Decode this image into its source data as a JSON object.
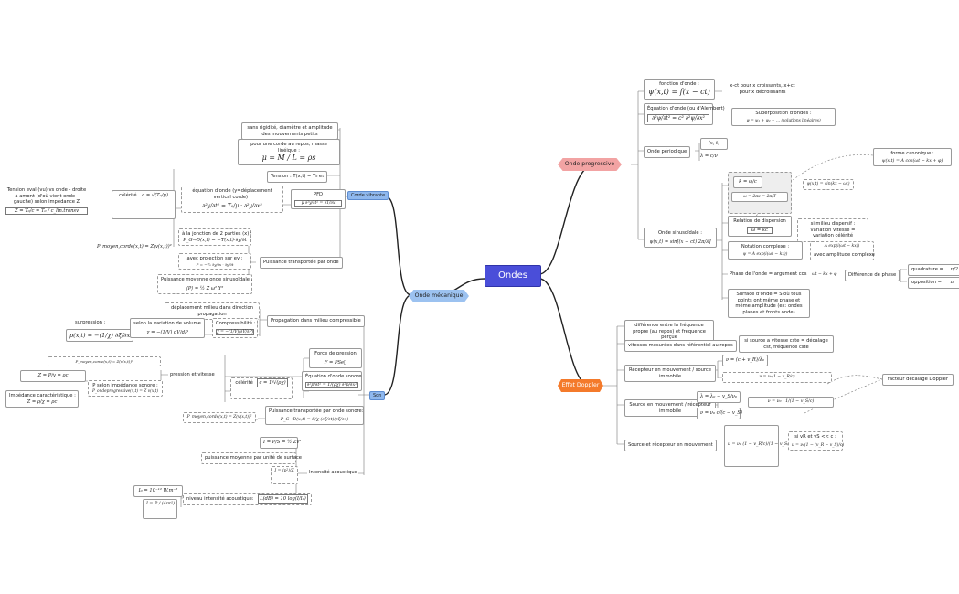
{
  "root": "Ondes",
  "left": {
    "meca": "Onde mécanique",
    "corde": "Corde vibrante",
    "son": "Son",
    "corde_items": {
      "hyp": "sans rigidité, diamètre et amplitude des mouvements petits",
      "mu_label": "pour une corde au repos, masse linéique :",
      "mu_formula": "μ = M / L = ρs",
      "tension": "Tension :  T(x,t) = T₀ eₓ",
      "eq_label": "équation d'onde (y=déplacement vertical corde) :",
      "eq_formula": "∂²y/∂t² = T₀/μ · ∂²y/∂x²",
      "pfd": "PFD",
      "pfd_formula": "μ ∂²y/∂t² = ∂T/∂x",
      "celerite": "célérité",
      "celerite_formula": "c = √(T₀/μ)",
      "tension_eval": "Tension eval (vu) vs onde - droite à amont (d'où vient onde - gauche) selon impédance Z",
      "tension_eval_formula": "Z = T₀/c = T₀ / c_lin.transv",
      "jonction": "à la jonction de 2 parties (x) :",
      "jonction_formula": "P_G→D(x,t) = −T(x,t)·∂y/∂t",
      "projection": "avec projection sur ey :",
      "projection_formula": "P = −T₀ ∂y/∂x · ∂y/∂t",
      "p_formula": "P_moyen,corde(x,t) = Z(v(x,t))²",
      "moyenne": "Puissance moyenne onde sinusoïdale :",
      "moyenne_formula": "⟨P⟩ = ½ Z ω² Y²",
      "puissance": "Puissance transportée par onde"
    },
    "son_items": {
      "deplacement": "déplacement milieu dans direction propagation",
      "propagation": "Propagation dans milieu compressible",
      "surpression": "surpression :",
      "surpression_formula": "p(x,t) = −(1/χ) ∂ξ/∂x",
      "selon_volume": "selon la variation de volume",
      "chi_formula": "χ = −(1/V) dV/dP",
      "compress": "Compressibilité :",
      "compress_formula": "χ = −(1/V)(∂V/∂P)",
      "force": "Force de pression",
      "force_formula": "F = PSe⃗",
      "celerite": "célérité",
      "celerite_formula": "c = 1/√(ρχ)",
      "eq_label": "Équation d'onde sonore",
      "eq_formula": "∂²p/∂t² = 1/(ρχ) ∂²p/∂x²",
      "pression_vitesse": "pression et vitesse",
      "ecoulement": "P_moyen,corde(x,t) = Z(v(x,t))²",
      "z_formula": "Z = P/v = ρc",
      "p_selon": "P selon impédance sonore :",
      "p_selon_formula": "P_ondeprogressive(x,t) = Z v(x,t)",
      "impedance": "Impédance caractéristique :",
      "impedance_formula": "Z = ρ/χ = ρc",
      "puissance_label": "Puissance transportée par onde sonore:",
      "puissance_formula": "P_G→D(x,t) = S/χ (∂ξ/∂t)(∂ξ/∂x)",
      "p_moyen": "P_moyen,corde(x,t) = Z(v(x,t))²",
      "int1": "I = P/S = ½ Zv²",
      "puissance_surface": "puissance moyenne par unité de surface",
      "int2": "I = ⟨p²⟩/Z",
      "intensite": "Intensité acoustique",
      "niveau": "niveau intensité acoustique:",
      "niveau_formula": "L(dB) = 10 log(I/I₀)",
      "i0": "I₀ = 10⁻¹² W.m⁻²",
      "i_formula": "I = P / (4πr²)"
    }
  },
  "right": {
    "prog": "Onde progressive",
    "doppler": "Effet Doppler",
    "prog_items": {
      "fonction": "fonction d'onde :",
      "fonction_formula": "ψ(x,t) = f(x − ct)",
      "sens": "x-ct pour x croissants, x+ct pour x décroissants",
      "dalembert": "Équation d'onde (ou d'Alembert)",
      "dalembert_formula": "∂²ψ/∂t² = c² ∂²ψ/∂x²",
      "superposition": "Superposition d'ondes :",
      "superposition_formula": "ψ = ψ₁ + ψ₂ + … (solutions linéaires)",
      "periodique": "Onde périodique",
      "per_formula1": "(x, t)",
      "per_formula2": "λ = c/ν",
      "canonique": "forme canonique :",
      "canonique_formula": "ψ(x,t) = A cos(ωt − kx + φ)",
      "sinus": "Onde sinusoïdale :",
      "sinus_formula": "ψ(x,t) = sin[(x − ct) 2π/λ]",
      "k_formula": "k = ω/c",
      "omega_formula": "ω = 2πν = 2π/T",
      "psi_formula": "ψ(x,t) = sin(kx − ωt)",
      "dispersion": "Relation de dispersion",
      "disp_formula": "ω = kc",
      "dispersif": "si milieu dispersif : variation vitesse = variation célérité",
      "complexe": "Notation complexe :",
      "complexe_formula": "ψ = A exp(i(ωt − kx))",
      "complexe_right": "A exp(i(ωt − kx))",
      "amplitude": "avec amplitude complexe",
      "phase": "Phase de l'onde = argument cos",
      "phase_formula": "ωt − kx + φ",
      "diff_phase": "Différence de phase",
      "quadrature": "quadrature =",
      "quadrature_v": "π/2",
      "opposition": "opposition =",
      "opposition_v": "π",
      "surface": "Surface d'onde = S où tous points ont même phase et même amplitude (ex: ondes planes et fronts onde)"
    },
    "doppler_items": {
      "diff": "différence entre la fréquence propre (au repos) et fréquence perçue",
      "vitesses": "vitesses mesurées dans référentiel au repos",
      "si": "si source a vitesse cste = décalage cst, fréquence cste",
      "recepteur": "Récepteur en mouvement / source immobile",
      "rec_formula1": "ν = (c + v_R)/λ₀",
      "rec_formula2": "ν = ν₀(1 − v_R/c)",
      "facteur": "facteur décalage Doppler",
      "source": "Source en mouvement / récepteur immobile",
      "src_formula1": "λ = λ₀ − v_S/ν₀",
      "src_formula2": "ν = ν₀ c/(c − v_S)",
      "src_formula3": "ν = ν₀ · 1/(1 − v_S/c)",
      "deux": "Source et récepteur en mouvement",
      "deux_formula": "ν = ν₀ (1 − v_R/c)/(1 − v_S/c)",
      "approx": "si vR et vS << c :",
      "approx_formula": "ν = ν₀(1 − (v_R − v_S)/c)"
    }
  }
}
